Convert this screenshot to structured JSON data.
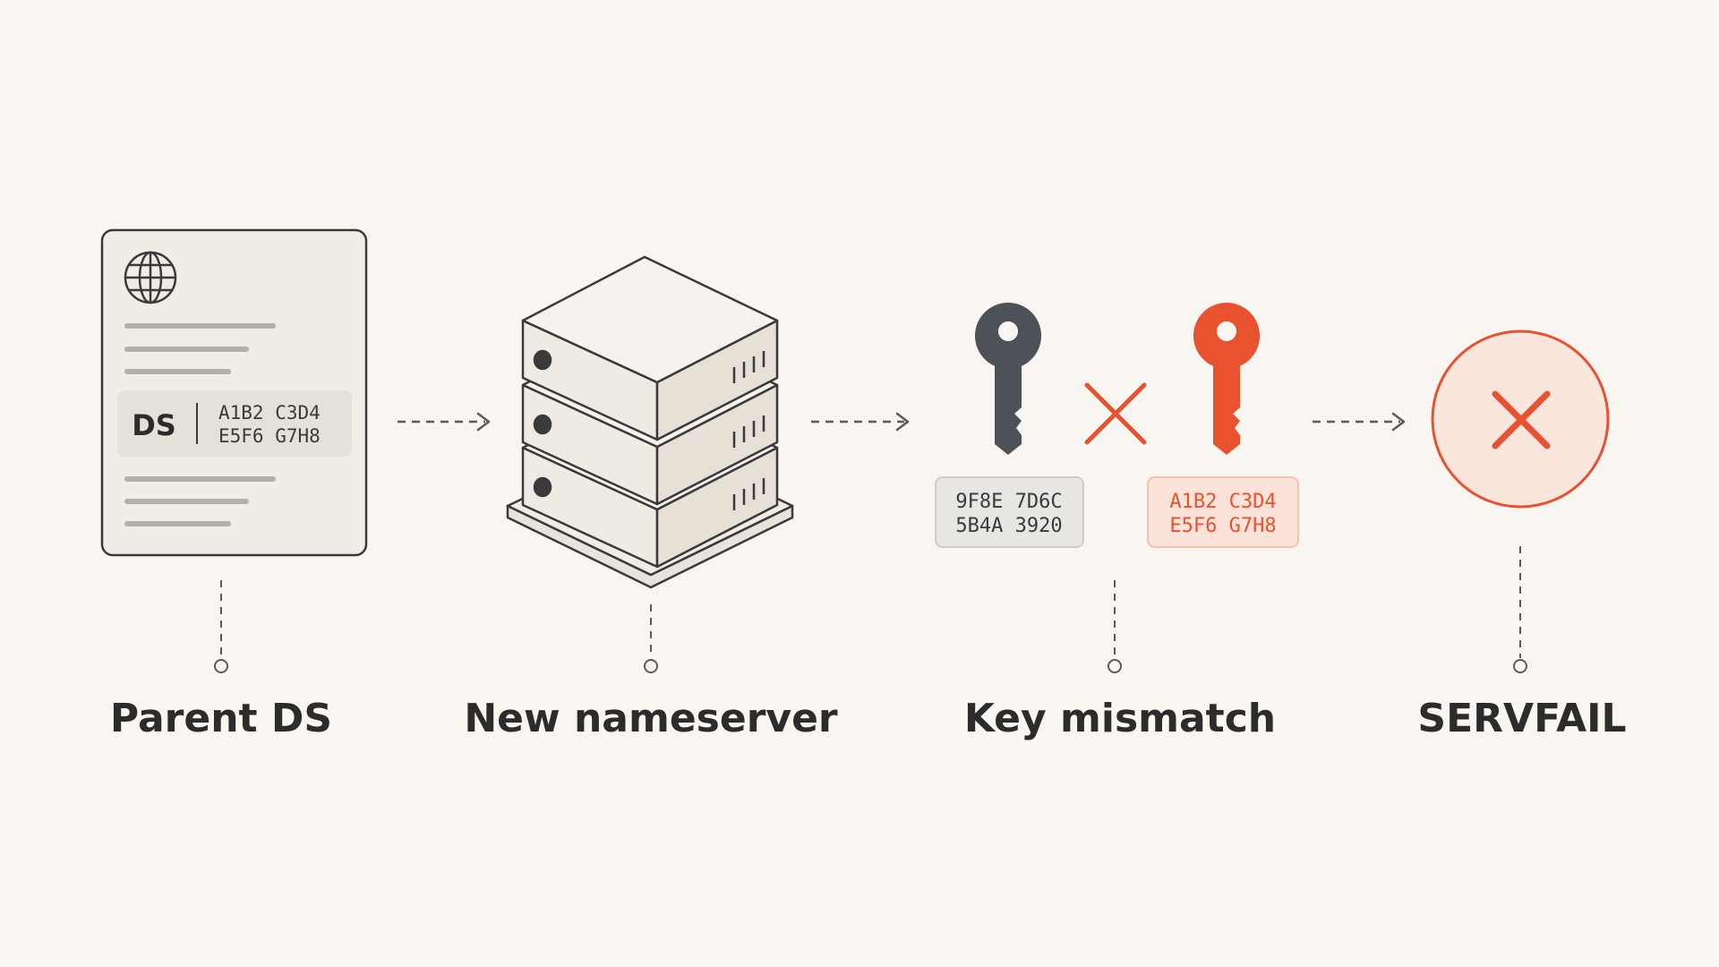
{
  "colors": {
    "background": "#f9f6f1",
    "outline": "#3a3a3a",
    "accent": "#e8522e",
    "key_dark": "#4d5158",
    "badge_gray": "#e8e6e2",
    "badge_red": "#fbe3d9"
  },
  "stages": {
    "parent_ds": {
      "label": "Parent DS",
      "icon": "globe-icon",
      "ds_tag": "DS",
      "ds_hash_line1": "A1B2 C3D4",
      "ds_hash_line2": "E5F6 G7H8"
    },
    "nameserver": {
      "label": "New nameserver",
      "icon": "server-stack-icon"
    },
    "key_mismatch": {
      "label": "Key mismatch",
      "left_key_icon": "key-icon",
      "right_key_icon": "key-icon",
      "mismatch_icon": "cross-icon",
      "left_hash_line1": "9F8E 7D6C",
      "left_hash_line2": "5B4A 3920",
      "right_hash_line1": "A1B2 C3D4",
      "right_hash_line2": "E5F6 G7H8"
    },
    "servfail": {
      "label": "SERVFAIL",
      "icon": "error-circle-icon"
    }
  }
}
